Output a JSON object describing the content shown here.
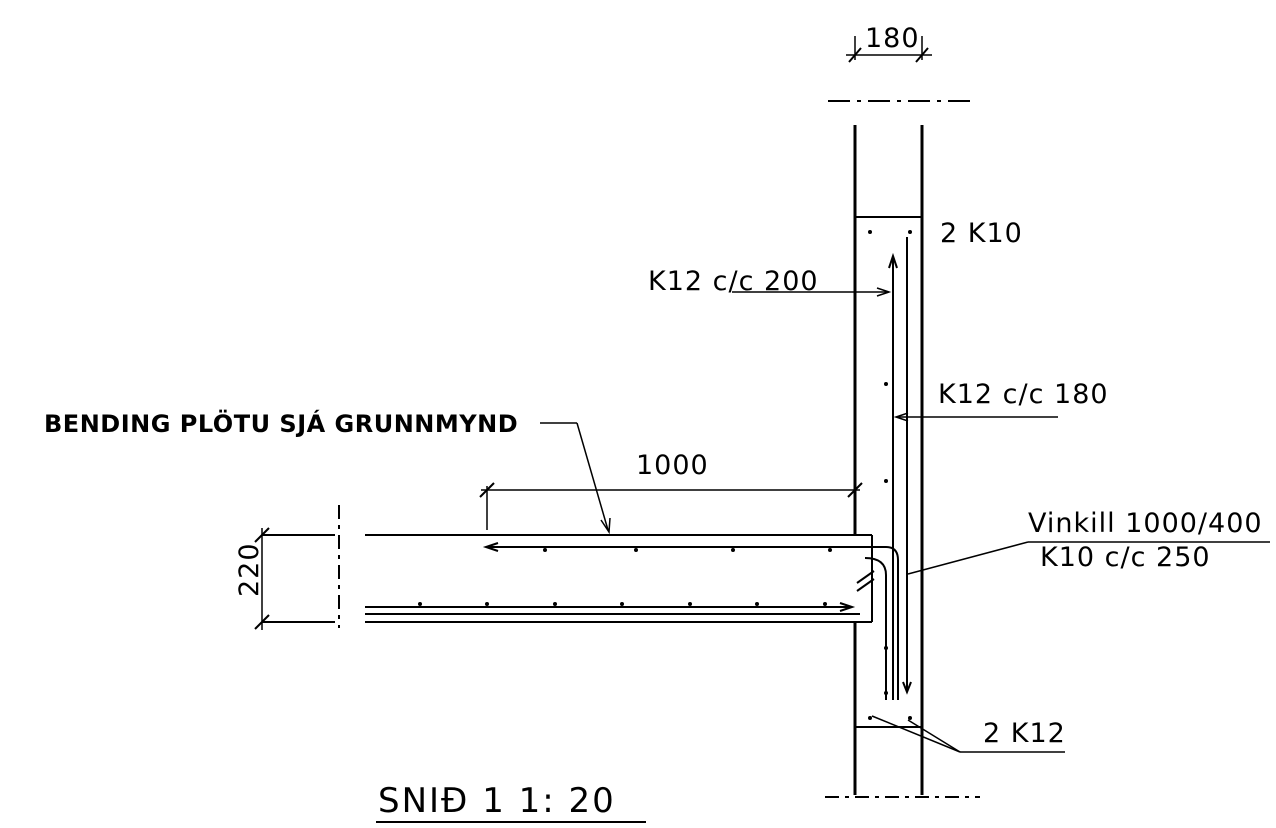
{
  "labels": {
    "wall_thickness": "180",
    "top_bars": "2 K10",
    "wall_bar_outer": "K12 c/c 200",
    "wall_bar_inner": "K12 c/c 180",
    "slab_note": "BENDING PLÖTU SJÁ GRUNNMYND",
    "slab_bar_length": "1000",
    "angle_bar_name": "Vinkill 1000/400",
    "angle_bar_spacing": "K10 c/c 250",
    "slab_thickness": "220",
    "bottom_bars": "2 K12",
    "section_title": "SNIÐ 1  1: 20"
  }
}
